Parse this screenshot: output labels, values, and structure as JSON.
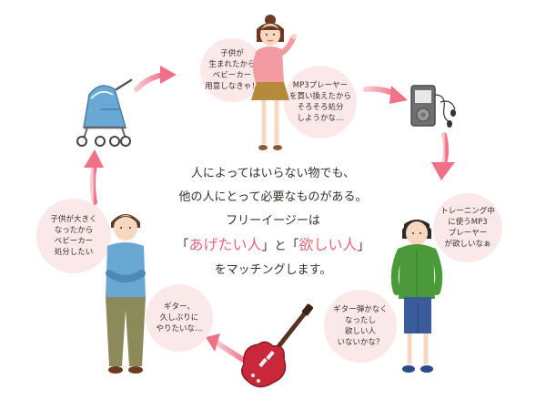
{
  "center": {
    "line1": "人によってはいらない物でも、",
    "line2": "他の人にとって必要なものがある。",
    "line3": "フリーイージーは",
    "line4": {
      "open1": "「",
      "highlight1": "あげたい人",
      "close1": "」",
      "connector": "と",
      "open2": "「",
      "highlight2": "欲しい人",
      "close2": "」"
    },
    "line5": "をマッチングします。"
  },
  "bubbles": {
    "woman_baby": [
      "子供が",
      "生まれたから",
      "ベビーカー",
      "用意しなきゃ！"
    ],
    "woman_mp3": [
      "MP3プレーヤー",
      "を買い換えたから",
      "そろそろ処分",
      "しようかな…"
    ],
    "boy_mp3": [
      "トレーニング中",
      "に使うMP3",
      "プレーヤー",
      "が欲しいなぁ"
    ],
    "boy_guitar": [
      "ギター弾かなく",
      "なったし",
      "欲しい人",
      "いないかな？"
    ],
    "man_guitar": [
      "ギター、",
      "久しぶりに",
      "やりたいな…"
    ],
    "man_baby": [
      "子供が大きく",
      "なったから",
      "ベビーカー",
      "処分したい"
    ]
  },
  "colors": {
    "accent": "#e8657a",
    "arrow": "#f07088",
    "bubble": "#fbe9e9",
    "text": "#3a2f2a"
  },
  "icons": [
    "stroller-icon",
    "mp3-player-icon",
    "guitar-icon",
    "woman-figure",
    "boy-figure",
    "man-figure"
  ]
}
